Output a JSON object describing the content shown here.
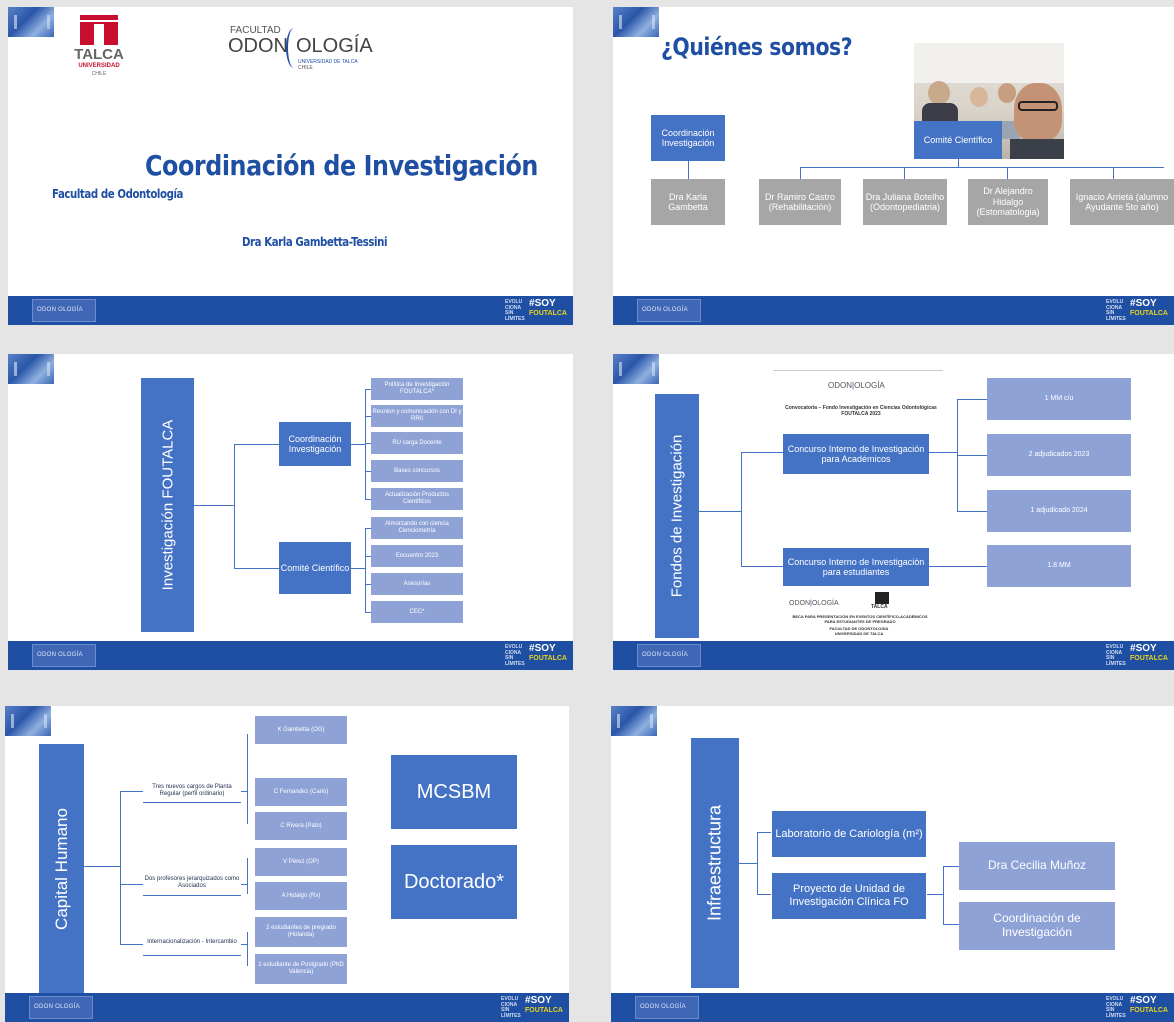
{
  "footer": {
    "logo_text": "ODON OLOGÍA",
    "evolu": "EVOLU CIONA SIN LÍMITES",
    "soy": "#SOY",
    "foutalca": "FOUTALCA"
  },
  "slide1": {
    "talca_name": "TALCA",
    "talca_sub": "UNIVERSIDAD",
    "talca_country": "CHILE",
    "fac_label": "FACULTAD",
    "odon": "ODON",
    "ologia": "OLOGÍA",
    "fac_sub": "UNIVERSIDAD DE TALCA",
    "fac_country": "CHILE",
    "title": "Coordinación de Investigación",
    "subtitle": "Facultad de Odontología",
    "author": "Dra Karla Gambetta-Tessini"
  },
  "slide2": {
    "title": "¿Quiénes somos?",
    "coord": "Coordinación Investigación",
    "committee": "Comité Científico",
    "people": [
      "Dra Karla Gambetta",
      "Dr Ramiro Castro (Rehabilitación)",
      "Dra Juliana Botelho (Odontopediatria)",
      "Dr Alejandro Hidalgo (Estomatologia)",
      "Ignacio Arrieta (alumno Ayudante 5to año)"
    ]
  },
  "slide3": {
    "vertical": "Investigación FOUTALCA",
    "coord": "Coordinación Investigación",
    "committee": "Comité Científico",
    "coord_items": [
      "Política de Investigación FOUTALCA*",
      "Reunion y comunicación con DI y RRII",
      "RU carga Docente",
      "Bases concursos",
      "Actualización Productos Científicos"
    ],
    "committee_items": [
      "Almorzando con ciencia Cienciometría",
      "Encuentro 2023",
      "Asesorías",
      "CEC*"
    ]
  },
  "slide4": {
    "vertical": "Fondos de Investigación",
    "doc_title": "Convocatoria – Fondo Investigación en Ciencias Odontológicas FOUTALCA 2023",
    "doc2_line1": "BECA PARA PRESENTACIÓN EN EVENTOS CIENTÍFICO-ACADÉMICOS PARA ESTUDIANTES DE PREGRADO",
    "doc2_line2": "FACULTAD DE ODONTOLOGÍA UNIVERSIDAD DE TALCA",
    "academics": "Concurso Interno de Investigación para Académicos",
    "students": "Concurso Interno de Investigación para estudiantes",
    "results": [
      "1 MM c/u",
      "2 adjudicados 2023",
      "1 adjudicado 2024",
      "1.8 MM"
    ]
  },
  "slide5": {
    "vertical": "Capital Humano",
    "groups": [
      "Tres nuevos cargos de Planta Regular (perfil ordinario)",
      "Dos profesores jerarquizados como Asociados",
      "Internacionalización - Intercambio"
    ],
    "items": [
      "K Gambetta (OG)",
      "C Fernandez (Cario)",
      "C Rivera (Pato)",
      "V Pérez (OP)",
      "A Hidalgo (Rx)",
      "2 estudiantes de pregrado (Holanda)",
      "1 estudiante de Postgrado (PhD Valencia)"
    ],
    "mcsbm": "MCSBM",
    "doctorado": "Doctorado*"
  },
  "slide6": {
    "vertical": "Infraestructura",
    "lab": "Laboratorio de Cariología (m²)",
    "project": "Proyecto de Unidad de Investigación Clínica FO",
    "right": [
      "Dra Cecilia Muñoz",
      "Coordinación de Investigación"
    ]
  },
  "colors": {
    "accent": "#4472c4",
    "light": "#8ea2d6",
    "gray": "#a6a6a6",
    "footer": "#1f4fa3",
    "title": "#1f4fa3"
  }
}
